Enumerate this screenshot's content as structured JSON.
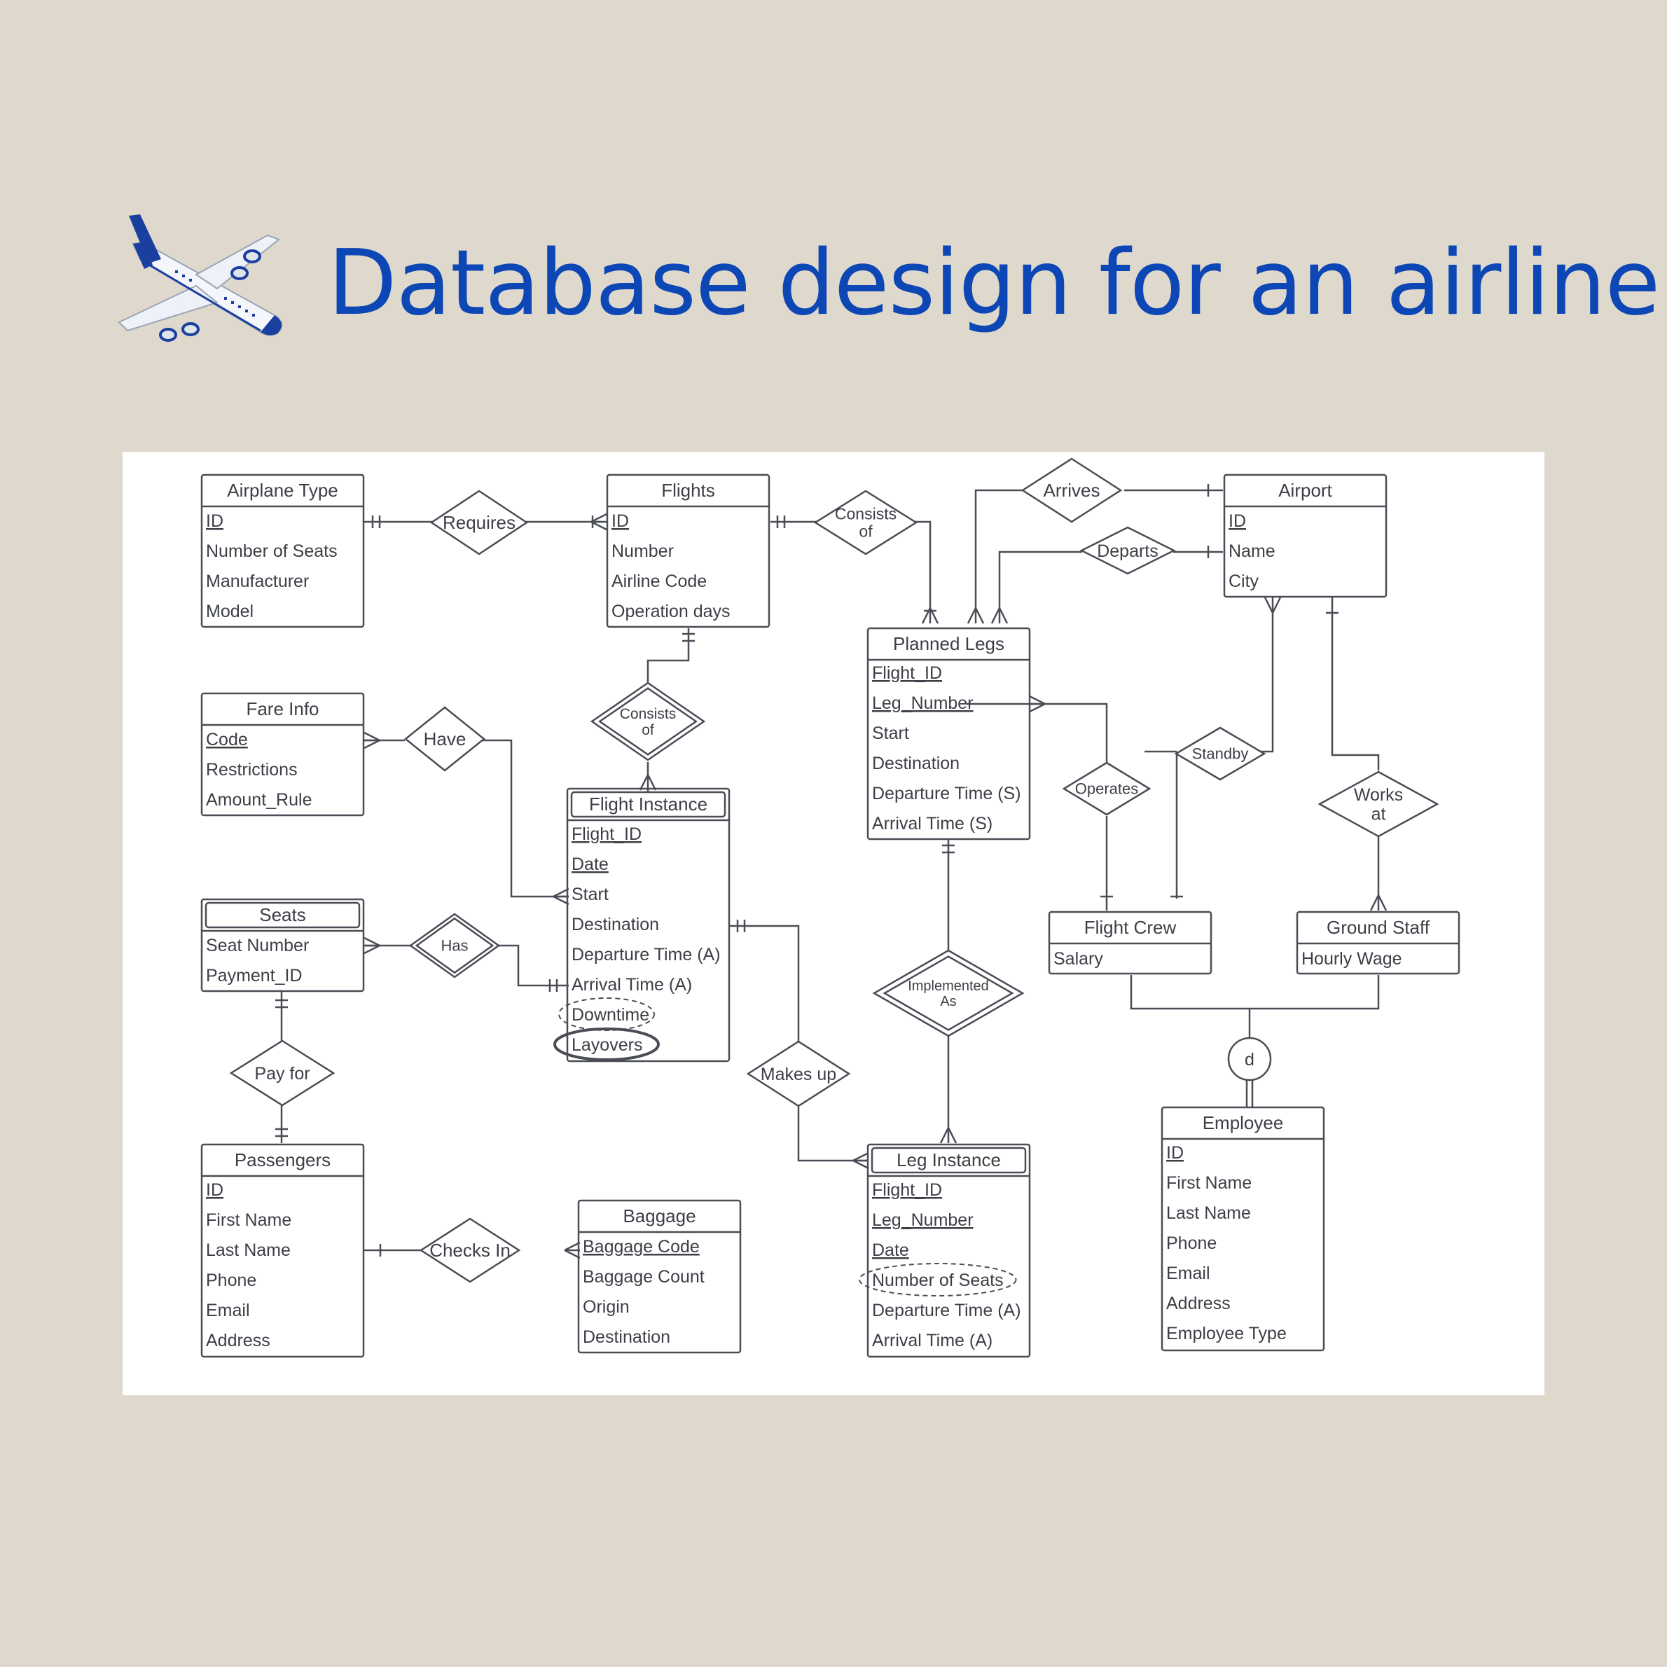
{
  "title": "Database design for an airline",
  "colors": {
    "title": "#0d47b5",
    "background": "#dfd8cd",
    "canvas": "#ffffff",
    "line": "#4a4d55"
  },
  "icons": {
    "header": "airplane-icon"
  },
  "entities": {
    "airplane_type": {
      "name": "Airplane Type",
      "attrs": [
        "ID",
        "Number of Seats",
        "Manufacturer",
        "Model"
      ]
    },
    "flights": {
      "name": "Flights",
      "attrs": [
        "ID",
        "Number",
        "Airline Code",
        "Operation days"
      ]
    },
    "airport": {
      "name": "Airport",
      "attrs": [
        "ID",
        "Name",
        "City"
      ]
    },
    "planned_legs": {
      "name": "Planned Legs",
      "attrs": [
        "Flight_ID",
        "Leg_Number",
        "Start",
        "Destination",
        "Departure Time (S)",
        "Arrival Time (S)"
      ]
    },
    "fare_info": {
      "name": "Fare Info",
      "attrs": [
        "Code",
        "Restrictions",
        "Amount_Rule"
      ]
    },
    "flight_instance": {
      "name": "Flight Instance",
      "attrs": [
        "Flight_ID",
        "Date",
        "Start",
        "Destination",
        "Departure Time (A)",
        "Arrival Time (A)",
        "Downtime",
        "Layovers"
      ]
    },
    "seats": {
      "name": "Seats",
      "attrs": [
        "Seat Number",
        "Payment_ID"
      ]
    },
    "flight_crew": {
      "name": "Flight Crew",
      "attrs": [
        "Salary"
      ]
    },
    "ground_staff": {
      "name": "Ground Staff",
      "attrs": [
        "Hourly Wage"
      ]
    },
    "passengers": {
      "name": "Passengers",
      "attrs": [
        "ID",
        "First Name",
        "Last Name",
        "Phone",
        "Email",
        "Address"
      ]
    },
    "baggage": {
      "name": "Baggage",
      "attrs": [
        "Baggage Code",
        "Baggage Count",
        "Origin",
        "Destination"
      ]
    },
    "leg_instance": {
      "name": "Leg Instance",
      "attrs": [
        "Flight_ID",
        "Leg_Number",
        "Date",
        "Number of Seats",
        "Departure Time (A)",
        "Arrival Time (A)"
      ]
    },
    "employee": {
      "name": "Employee",
      "attrs": [
        "ID",
        "First Name",
        "Last Name",
        "Phone",
        "Email",
        "Address",
        "Employee Type"
      ]
    }
  },
  "relationships": {
    "requires": [
      "Requires"
    ],
    "consists_of_1": [
      "Consists",
      "of"
    ],
    "arrives": [
      "Arrives"
    ],
    "departs": [
      "Departs"
    ],
    "consists_of_2": [
      "Consists",
      "of"
    ],
    "have": [
      "Have"
    ],
    "has": [
      "Has"
    ],
    "operates": [
      "Operates"
    ],
    "standby": [
      "Standby"
    ],
    "works_at": [
      "Works",
      "at"
    ],
    "implemented_as": [
      "Implemented",
      "As"
    ],
    "makes_up": [
      "Makes up"
    ],
    "pay_for": [
      "Pay for"
    ],
    "checks_in": [
      "Checks In"
    ],
    "disjoint": [
      "d"
    ]
  }
}
